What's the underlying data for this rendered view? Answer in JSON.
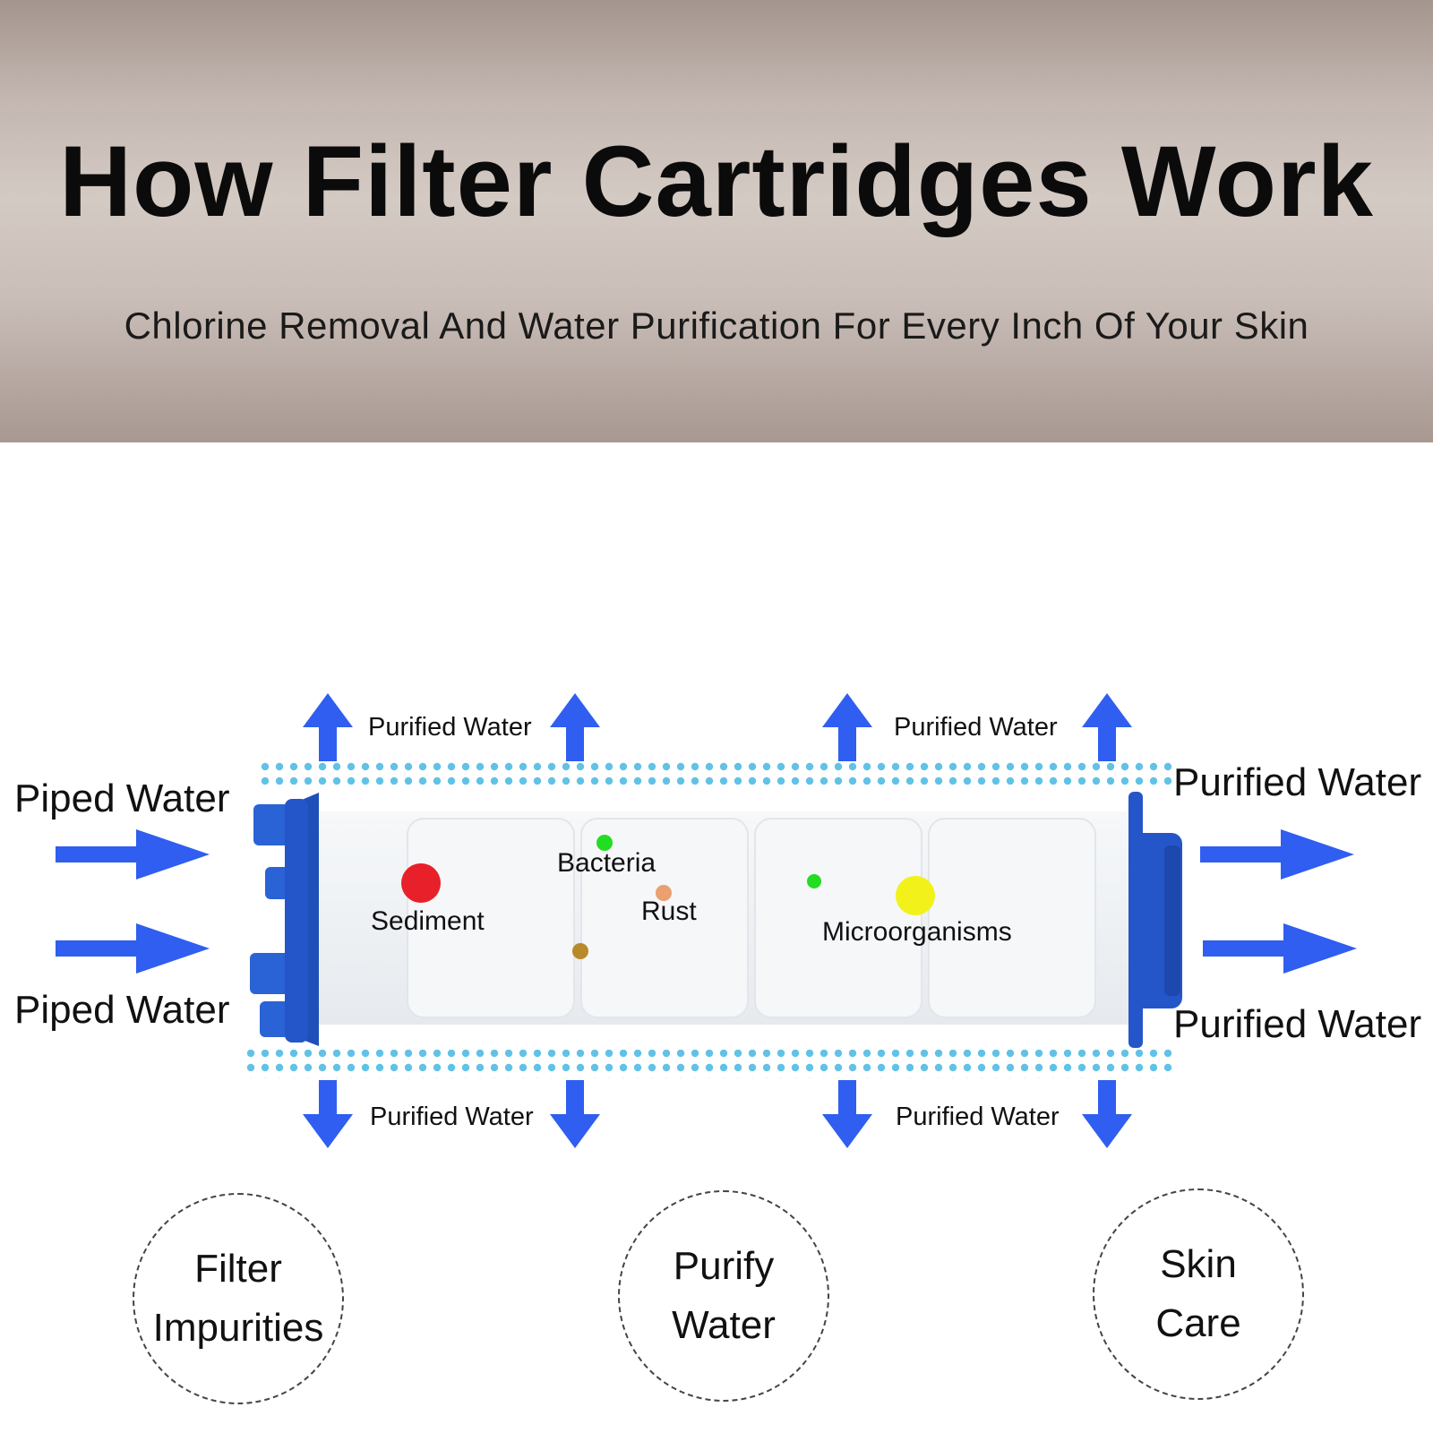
{
  "header": {
    "title": "How Filter Cartridges Work",
    "subtitle": "Chlorine Removal And Water Purification For Every Inch Of Your Skin"
  },
  "diagram": {
    "inlet_top": "Piped Water",
    "inlet_bottom": "Piped Water",
    "outlet_top": "Purified Water",
    "outlet_bottom": "Purified Water",
    "up_left": "Purified Water",
    "up_right": "Purified Water",
    "down_left": "Purified Water",
    "down_right": "Purified Water",
    "contaminants": {
      "sediment": "Sediment",
      "bacteria": "Bacteria",
      "rust": "Rust",
      "microorganisms": "Microorganisms"
    },
    "colors": {
      "arrow": "#2f5ef0",
      "cap": "#2456c9",
      "dots": "#62c2e6",
      "sediment": "#e8202a",
      "bacteria": "#22dd22",
      "rust": "#eaa070",
      "microorganisms": "#f2f21a",
      "brown": "#b98a2a"
    }
  },
  "benefits": {
    "filter": [
      "Filter",
      "Impurities"
    ],
    "purify": [
      "Purify",
      "Water"
    ],
    "skin": [
      "Skin",
      "Care"
    ]
  }
}
